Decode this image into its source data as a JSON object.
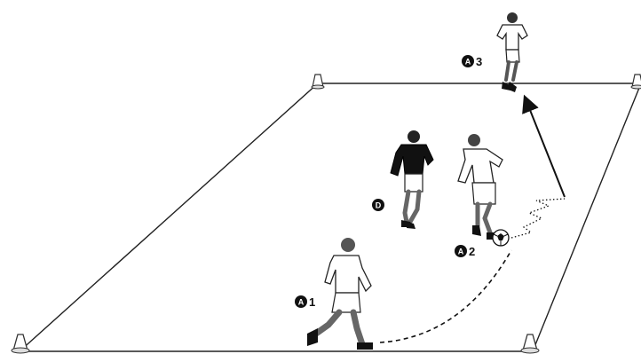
{
  "players": [
    {
      "id": "A1",
      "letter": "A",
      "number": "1",
      "team": "attacker",
      "shirt_color": "#ffffff"
    },
    {
      "id": "A2",
      "letter": "A",
      "number": "2",
      "team": "attacker",
      "shirt_color": "#ffffff"
    },
    {
      "id": "A3",
      "letter": "A",
      "number": "3",
      "team": "attacker",
      "shirt_color": "#ffffff"
    },
    {
      "id": "D",
      "letter": "D",
      "number": "",
      "team": "defender",
      "shirt_color": "#111111"
    }
  ],
  "cones": 4,
  "paths": [
    {
      "name": "pass",
      "style": "dashed",
      "from": "A1",
      "to": "A2"
    },
    {
      "name": "dribble",
      "style": "dotted-zigzag",
      "from": "A2"
    },
    {
      "name": "run",
      "style": "solid-arrow",
      "to": "A3"
    }
  ],
  "colors": {
    "line": "#222222",
    "background": "#ffffff"
  }
}
